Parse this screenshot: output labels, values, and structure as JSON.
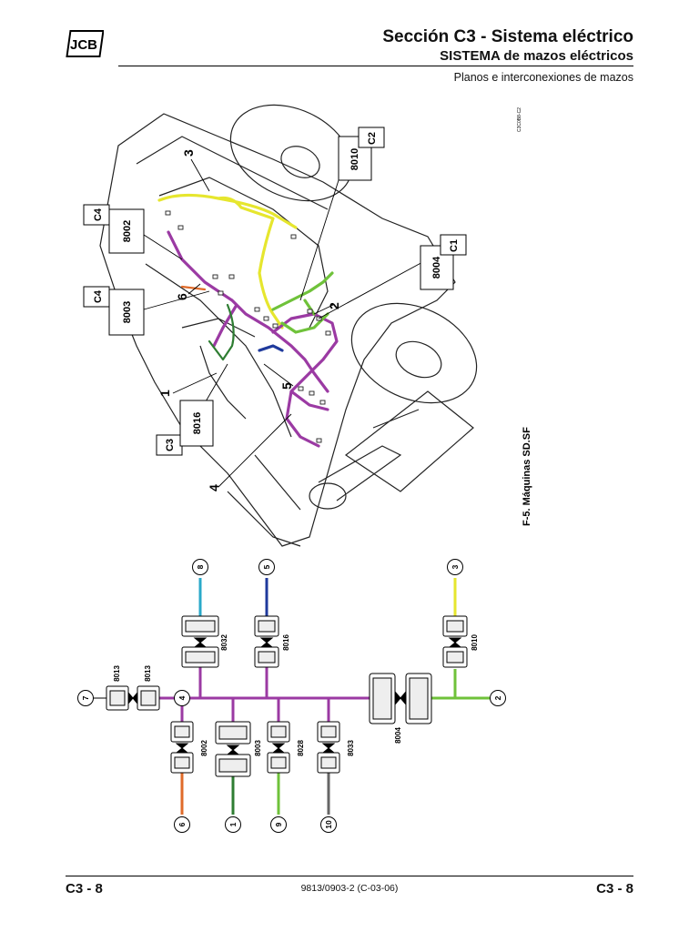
{
  "header": {
    "logo_text": "JCB",
    "title": "Sección C3 - Sistema eléctrico",
    "subtitle": "SISTEMA de mazos eléctricos",
    "subheading": "Planos e interconexiones de mazos"
  },
  "figure": {
    "caption": "F-5. Máquinas SD.SF",
    "ref_code": "C3C0B8-C2",
    "callout_boxes": [
      {
        "code": "8002",
        "section": "C4"
      },
      {
        "code": "8003",
        "section": "C4"
      },
      {
        "code": "8016",
        "section": "C3"
      },
      {
        "code": "8010",
        "section": "C2"
      },
      {
        "code": "8004",
        "section": "C1"
      }
    ],
    "item_numbers": [
      "1",
      "2",
      "3",
      "4",
      "5",
      "6"
    ]
  },
  "schematic": {
    "terminals": [
      "8",
      "5",
      "3",
      "7",
      "4",
      "2",
      "6",
      "1",
      "9",
      "10"
    ],
    "connector_labels": [
      "8032",
      "8016",
      "8010",
      "8013",
      "8013",
      "8002",
      "8003",
      "8028",
      "8033",
      "8004"
    ]
  },
  "colors": {
    "purple": "#9b3aa3",
    "yellow": "#e6e62e",
    "green": "#6fc23a",
    "dark_green": "#2e7d32",
    "blue": "#1f3a9c",
    "cyan": "#2aa9c9",
    "orange": "#e06b2a",
    "gray": "#666666"
  },
  "footer": {
    "page_left": "C3 - 8",
    "page_right": "C3 - 8",
    "doc_code": "9813/0903-2 (C-03-06)"
  }
}
